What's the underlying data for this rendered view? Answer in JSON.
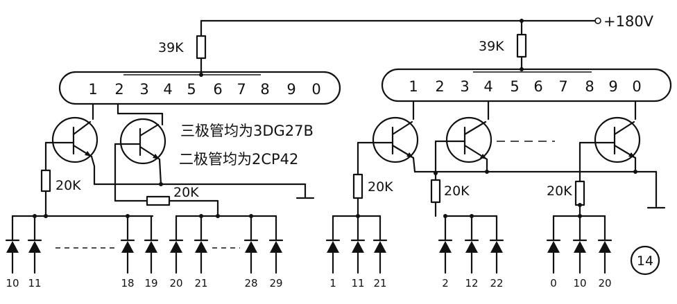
{
  "supply": {
    "label": "+180V"
  },
  "resistors": {
    "anode_left": "39K",
    "anode_right": "39K",
    "base_res": "20K"
  },
  "tubes": {
    "left_digits": [
      "1",
      "2",
      "3",
      "4",
      "5",
      "6",
      "7",
      "8",
      "9",
      "0"
    ],
    "right_digits": [
      "1",
      "2",
      "3",
      "4",
      "5",
      "6",
      "7",
      "8",
      "9",
      "0"
    ]
  },
  "notes": {
    "transistor_note": "三极管均为3DG27B",
    "diode_note": "二极管均为2CP42"
  },
  "diode_labels": {
    "left_a": [
      "10",
      "11",
      "18",
      "19"
    ],
    "left_b": [
      "20",
      "21",
      "28",
      "29"
    ],
    "right_1": [
      "1",
      "11",
      "21"
    ],
    "right_2": [
      "2",
      "12",
      "22"
    ],
    "right_0": [
      "0",
      "10",
      "20"
    ]
  },
  "figure_tag": "14"
}
